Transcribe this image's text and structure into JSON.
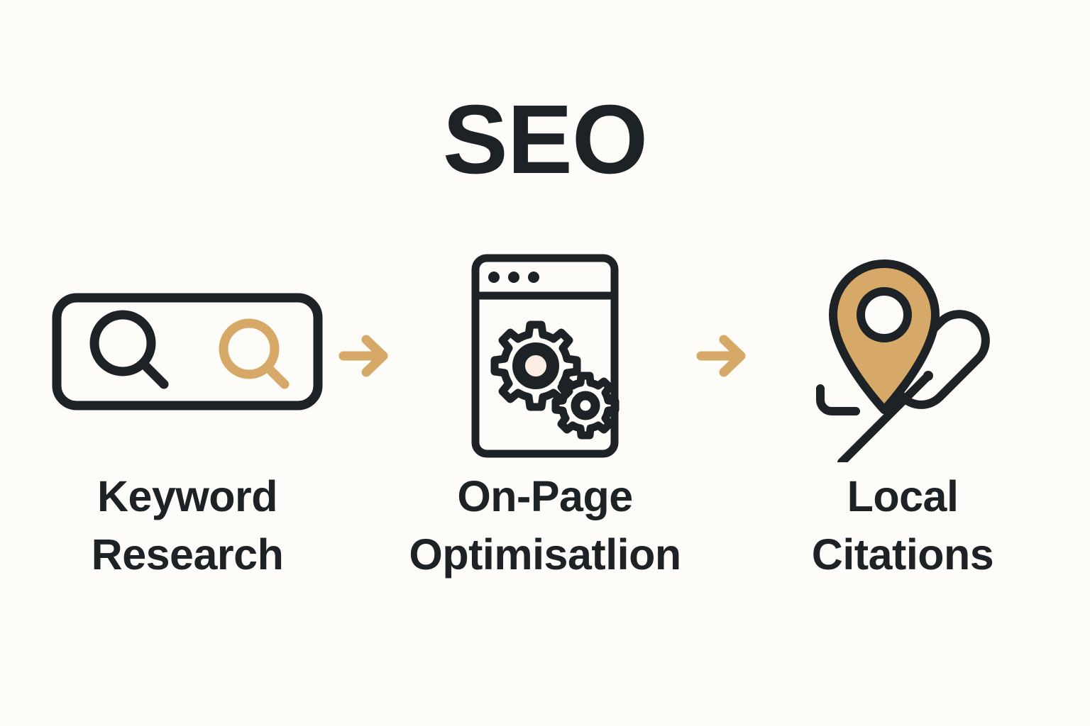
{
  "title": "SEO",
  "colors": {
    "background": "#FDFCF8",
    "ink": "#1C2226",
    "accent_gold": "#D7A968",
    "gear_hub": "#FBEDE4",
    "white": "#FFFFFF"
  },
  "flow": {
    "steps": [
      {
        "id": "keyword-research",
        "label": "Keyword\nResearch",
        "icon": "search-bar-icon",
        "icon_parts": [
          "magnifier-dark",
          "magnifier-gold"
        ]
      },
      {
        "id": "on-page-optimisation",
        "label": "On-Page\nOptimisatlion",
        "icon": "browser-window-gears-icon",
        "icon_parts": [
          "browser-titlebar-dots",
          "gear-large",
          "gear-small"
        ]
      },
      {
        "id": "local-citations",
        "label": "Local\nCitations",
        "icon": "map-pin-link-icon",
        "icon_parts": [
          "map-pin-gold",
          "link-chain-dark"
        ]
      }
    ],
    "connectors": [
      {
        "id": "arrow-1",
        "icon": "arrow-right-icon"
      },
      {
        "id": "arrow-2",
        "icon": "arrow-right-icon"
      }
    ]
  }
}
